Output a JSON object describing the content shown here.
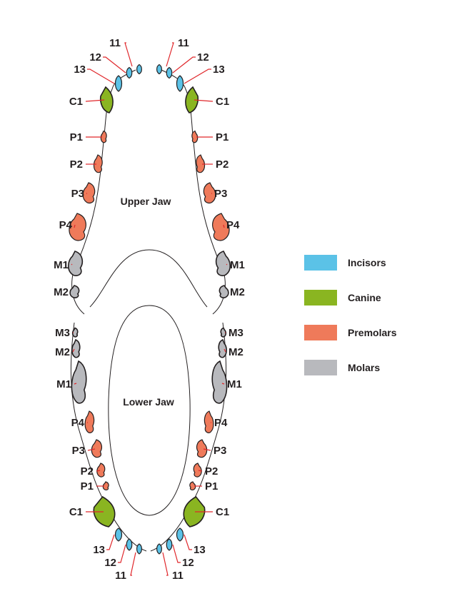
{
  "jaws": {
    "upper": "Upper Jaw",
    "lower": "Lower Jaw"
  },
  "legend": [
    {
      "label": "Incisors",
      "color": "#5bc2e7"
    },
    {
      "label": "Canine",
      "color": "#8ab521"
    },
    {
      "label": "Premolars",
      "color": "#ef7a5a"
    },
    {
      "label": "Molars",
      "color": "#b8b9bd"
    }
  ],
  "colors": {
    "outline": "#231f20",
    "leader": "#e0272b"
  },
  "teeth": {
    "upper": [
      {
        "label": "11",
        "kind": "incisor"
      },
      {
        "label": "12",
        "kind": "incisor"
      },
      {
        "label": "13",
        "kind": "incisor"
      },
      {
        "label": "C1",
        "kind": "canine"
      },
      {
        "label": "P1",
        "kind": "premolar"
      },
      {
        "label": "P2",
        "kind": "premolar"
      },
      {
        "label": "P3",
        "kind": "premolar"
      },
      {
        "label": "P4",
        "kind": "premolar"
      },
      {
        "label": "M1",
        "kind": "molar"
      },
      {
        "label": "M2",
        "kind": "molar"
      }
    ],
    "lower": [
      {
        "label": "M3",
        "kind": "molar"
      },
      {
        "label": "M2",
        "kind": "molar"
      },
      {
        "label": "M1",
        "kind": "molar"
      },
      {
        "label": "P4",
        "kind": "premolar"
      },
      {
        "label": "P3",
        "kind": "premolar"
      },
      {
        "label": "P2",
        "kind": "premolar"
      },
      {
        "label": "P1",
        "kind": "premolar"
      },
      {
        "label": "C1",
        "kind": "canine"
      },
      {
        "label": "13",
        "kind": "incisor"
      },
      {
        "label": "12",
        "kind": "incisor"
      },
      {
        "label": "11",
        "kind": "incisor"
      }
    ]
  }
}
